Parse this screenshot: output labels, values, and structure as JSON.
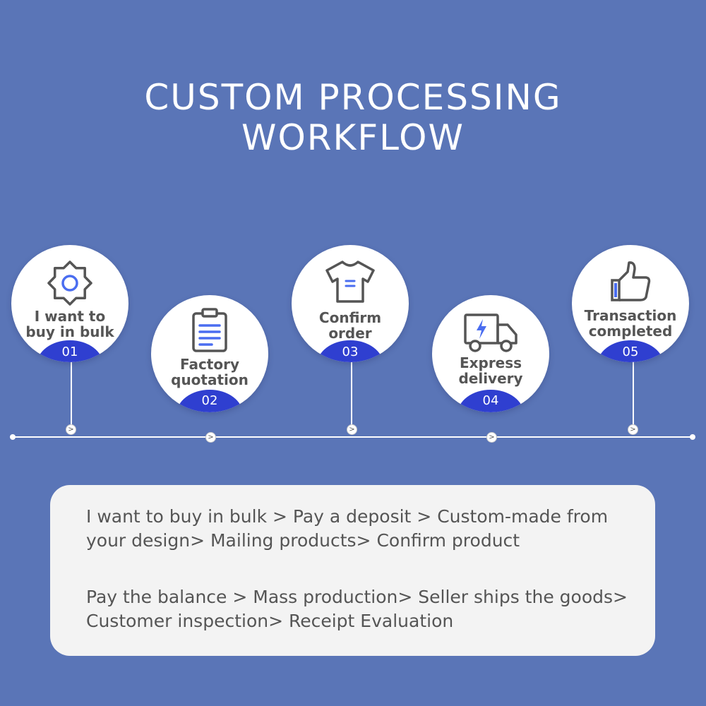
{
  "title": {
    "line1": "CUSTOM PROCESSING",
    "line2": "WORKFLOW"
  },
  "colors": {
    "background": "#5a75b7",
    "accent": "#2f3fd0",
    "icon_blue": "#4a6df0",
    "icon_gray": "#555555",
    "panel": "#f3f3f3"
  },
  "timeline": {
    "marker_glyph": ">"
  },
  "steps": [
    {
      "number": "01",
      "label_line1": "I want to",
      "label_line2": "buy in bulk",
      "icon": "gear-icon"
    },
    {
      "number": "02",
      "label_line1": "Factory",
      "label_line2": "quotation",
      "icon": "clipboard-icon"
    },
    {
      "number": "03",
      "label_line1": "Confirm",
      "label_line2": "order",
      "icon": "tshirt-icon"
    },
    {
      "number": "04",
      "label_line1": "Express",
      "label_line2": "delivery",
      "icon": "delivery-truck-icon"
    },
    {
      "number": "05",
      "label_line1": "Transaction",
      "label_line2": "completed",
      "icon": "thumbs-up-icon"
    }
  ],
  "description": {
    "paragraph1": "I want to buy in bulk  >  Pay a deposit  >  Custom-made from your design>  Mailing products>  Confirm product",
    "paragraph2": "Pay the balance  >  Mass production>  Seller ships the goods>  Customer inspection>  Receipt Evaluation"
  }
}
